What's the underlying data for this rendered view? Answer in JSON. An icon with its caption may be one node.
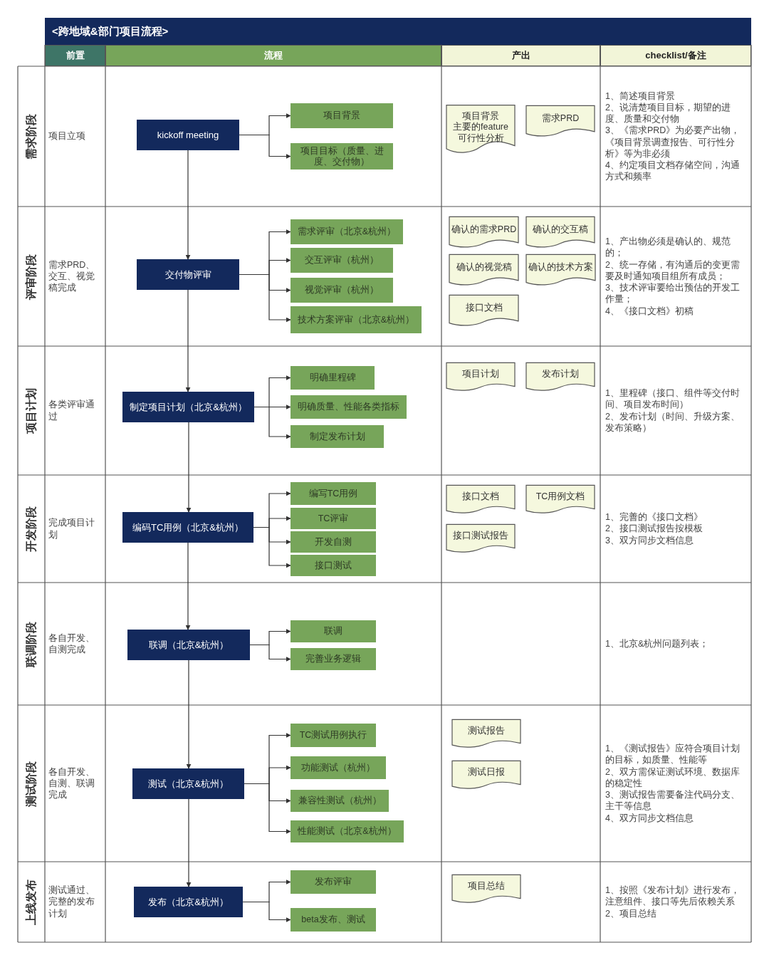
{
  "diagram": {
    "title": "<跨地域&部门项目流程>",
    "nodes": [
      {
        "text": [
          "kickoff meeting"
        ]
      },
      {
        "text": [
          "项目背景"
        ]
      },
      {
        "text": [
          "项目目标（质量、进度、交付物）"
        ]
      },
      {
        "text": [
          "项目背景",
          "主要的feature",
          "可行性分析"
        ]
      },
      {
        "text": [
          "需求PRD"
        ]
      },
      {
        "text": [
          "交付物评审"
        ]
      },
      {
        "text": [
          "需求评审（北京&杭州）"
        ]
      },
      {
        "text": [
          "交互评审（杭州）"
        ]
      },
      {
        "text": [
          "视觉评审（杭州）"
        ]
      },
      {
        "text": [
          "技术方案评审（北京&杭州）"
        ]
      },
      {
        "text": [
          "确认的需求PRD"
        ]
      },
      {
        "text": [
          "确认的交互稿"
        ]
      },
      {
        "text": [
          "确认的视觉稿"
        ]
      },
      {
        "text": [
          "确认的技术方案"
        ]
      },
      {
        "text": [
          "接口文档"
        ]
      },
      {
        "text": [
          "制定项目计划（北京&杭州）"
        ]
      },
      {
        "text": [
          "明确里程碑"
        ]
      },
      {
        "text": [
          "明确质量、性能各类指标"
        ]
      },
      {
        "text": [
          "制定发布计划"
        ]
      },
      {
        "text": [
          "项目计划"
        ]
      },
      {
        "text": [
          "发布计划"
        ]
      },
      {
        "text": [
          "编码TC用例（北京&杭州）"
        ]
      },
      {
        "text": [
          "编写TC用例"
        ]
      },
      {
        "text": [
          "TC评审"
        ]
      },
      {
        "text": [
          "开发自测"
        ]
      },
      {
        "text": [
          "接口测试"
        ]
      },
      {
        "text": [
          "接口文档"
        ]
      },
      {
        "text": [
          "TC用例文档"
        ]
      },
      {
        "text": [
          "接口测试报告"
        ]
      },
      {
        "text": [
          "联调（北京&杭州）"
        ]
      },
      {
        "text": [
          "联调"
        ]
      },
      {
        "text": [
          "完善业务逻辑"
        ]
      },
      {
        "text": [
          "测试（北京&杭州）"
        ]
      },
      {
        "text": [
          "TC测试用例执行"
        ]
      },
      {
        "text": [
          "功能测试（杭州）"
        ]
      },
      {
        "text": [
          "兼容性测试（杭州）"
        ]
      },
      {
        "text": [
          "性能测试（北京&杭州）"
        ]
      },
      {
        "text": [
          "测试报告"
        ]
      },
      {
        "text": [
          "测试日报"
        ]
      },
      {
        "text": [
          "发布（北京&杭州）"
        ]
      },
      {
        "text": [
          "发布评审"
        ]
      },
      {
        "text": [
          "beta发布、测试"
        ]
      },
      {
        "text": [
          "项目总结"
        ]
      }
    ],
    "edges": [
      {
        "from": 0,
        "to": 1,
        "arrow": "to"
      },
      {
        "from": 0,
        "to": 2,
        "arrow": "to"
      },
      {
        "from": 0,
        "to": 5,
        "arrow": "to"
      },
      {
        "from": 5,
        "to": 6,
        "arrow": "to"
      },
      {
        "from": 5,
        "to": 7,
        "arrow": "to"
      },
      {
        "from": 5,
        "to": 8,
        "arrow": "to"
      },
      {
        "from": 5,
        "to": 9,
        "arrow": "to"
      },
      {
        "from": 5,
        "to": 15,
        "arrow": "to"
      },
      {
        "from": 15,
        "to": 16,
        "arrow": "to"
      },
      {
        "from": 15,
        "to": 17,
        "arrow": "to"
      },
      {
        "from": 15,
        "to": 18,
        "arrow": "to"
      },
      {
        "from": 15,
        "to": 21,
        "arrow": "to"
      },
      {
        "from": 21,
        "to": 22,
        "arrow": "to"
      },
      {
        "from": 21,
        "to": 23,
        "arrow": "to"
      },
      {
        "from": 21,
        "to": 24,
        "arrow": "to"
      },
      {
        "from": 21,
        "to": 25,
        "arrow": "to"
      },
      {
        "from": 21,
        "to": 29,
        "arrow": "to"
      },
      {
        "from": 29,
        "to": 30,
        "arrow": "to"
      },
      {
        "from": 29,
        "to": 31,
        "arrow": "to"
      },
      {
        "from": 29,
        "to": 32,
        "arrow": "to"
      },
      {
        "from": 32,
        "to": 33,
        "arrow": "to"
      },
      {
        "from": 32,
        "to": 34,
        "arrow": "to"
      },
      {
        "from": 32,
        "to": 35,
        "arrow": "to"
      },
      {
        "from": 32,
        "to": 36,
        "arrow": "to"
      },
      {
        "from": 32,
        "to": 39,
        "arrow": "to"
      },
      {
        "from": 39,
        "to": 40,
        "arrow": "to"
      },
      {
        "from": 39,
        "to": 41,
        "arrow": "to"
      }
    ],
    "labels": [
      "前置",
      "流程",
      "产出",
      "checklist/备注",
      "需求阶段",
      "项目立项",
      "1、简述项目背景",
      "2、说清楚项目目标，期望的进度、质量和交付物",
      "3、《需求PRD》为必要产出物，《项目背景调查报告、可行性分析》等为非必须",
      "4、约定项目文档存储空间，沟通方式和频率",
      "评审阶段",
      "需求PRD、交互、视觉稿完成",
      "1、产出物必须是确认的、规范的；",
      "2、统一存储，有沟通后的变更需要及时通知项目组所有成员；",
      "3、技术评审要给出预估的开发工作量；",
      "4、《接口文档》初稿",
      "项目计划",
      "各类评审通过",
      "1、里程碑（接口、组件等交付时间、项目发布时间）",
      "2、发布计划（时间、升级方案、发布策略）",
      "开发阶段",
      "完成项目计划",
      "1、完善的《接口文档》",
      "2、接口测试报告按模板",
      "3、双方同步文档信息",
      "联调阶段",
      "各自开发、自测完成",
      "1、北京&杭州问题列表；",
      "测试阶段",
      "各自开发、自测、联调完成",
      "1、《测试报告》应符合项目计划的目标，如质量、性能等",
      "2、双方需保证测试环境、数据库的稳定性",
      "3、测试报告需要备注代码分支、主干等信息",
      "4、双方同步文档信息",
      "上线发布",
      "测试通过、完整的发布计划",
      "1、按照《发布计划》进行发布，注意组件、接口等先后依赖关系",
      "2、项目总结"
    ]
  }
}
